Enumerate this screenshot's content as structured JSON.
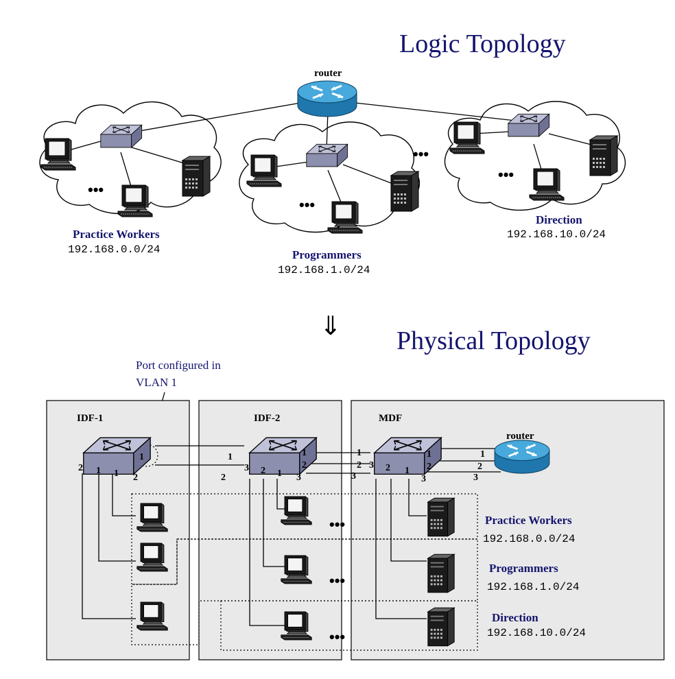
{
  "titles": {
    "logic": "Logic Topology",
    "physical": "Physical Topology",
    "arrow": "⇓"
  },
  "logic": {
    "router_label": "router",
    "groups": [
      {
        "name": "Practice Workers",
        "network": "192.168.0.0/24"
      },
      {
        "name": "Programmers",
        "network": "192.168.1.0/24"
      },
      {
        "name": "Direction",
        "network": "192.168.10.0/24"
      }
    ],
    "ellipsis": "•••"
  },
  "physical": {
    "annotation_line1": "Port configured in",
    "annotation_line2": "VLAN 1",
    "closets": [
      "IDF-1",
      "IDF-2",
      "MDF"
    ],
    "router_label": "router",
    "ports": {
      "idf1": [
        "2",
        "1",
        "1",
        "1",
        "2"
      ],
      "idf2": [
        "1",
        "2",
        "3",
        "2",
        "1",
        "3",
        "1",
        "2"
      ],
      "mdf": [
        "1",
        "2",
        "3",
        "3",
        "2",
        "1",
        "1",
        "2",
        "3"
      ],
      "router": [
        "1",
        "2",
        "3"
      ]
    },
    "vlans": [
      {
        "name": "Practice Workers",
        "network": "192.168.0.0/24"
      },
      {
        "name": "Programmers",
        "network": "192.168.1.0/24"
      },
      {
        "name": "Direction",
        "network": "192.168.10.0/24"
      }
    ],
    "ellipsis": "•••"
  },
  "colors": {
    "title": "#14146e",
    "router": "#2a8fc6",
    "switch": "#9496b6",
    "closet": "#e9e9e9"
  }
}
